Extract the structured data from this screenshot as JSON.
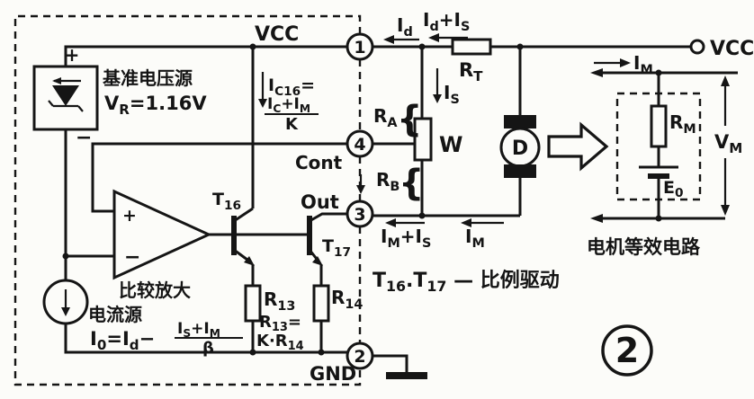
{
  "figure": {
    "number": "2",
    "type": "motor speed control IC schematic with motor equivalent circuit"
  },
  "labels": {
    "vcc_top": "VCC",
    "vcc_right": "VCC",
    "id": {
      "b": "I",
      "s": "d"
    },
    "id_is": {
      "b": "I",
      "s": "d",
      "b2": "+I",
      "s2": "S"
    },
    "rt": {
      "b": "R",
      "s": "T"
    },
    "is": {
      "b": "I",
      "s": "S"
    },
    "ra": {
      "b": "R",
      "s": "A"
    },
    "rb": {
      "b": "R",
      "s": "B"
    },
    "brace": "{",
    "w": "W",
    "cont": "Cont",
    "out": "Out",
    "im_is": {
      "b": "I",
      "s": "M",
      "b2": "+I",
      "s2": "S"
    },
    "im_bottom": {
      "b": "I",
      "s": "M"
    },
    "im_top": {
      "b": "I",
      "s": "M"
    },
    "motor": "D",
    "rm": {
      "b": "R",
      "s": "M"
    },
    "vm": {
      "b": "V",
      "s": "M"
    },
    "e0": {
      "b": "E",
      "s": "0"
    },
    "equiv_title": "电机等效电路",
    "gnd": "GND",
    "pin1": "1",
    "pin4": "4",
    "pin3": "3",
    "pin2": "2",
    "ref_title": "基准电压源",
    "vr": {
      "b": "V",
      "s": "R",
      "b2": "=1.16V"
    },
    "zener_plus": "+",
    "zener_minus": "−",
    "opamp_plus": "+",
    "opamp_minus": "−",
    "comparator": "比较放大",
    "current_source": "电流源",
    "i0_formula": {
      "b": "I",
      "s": "0",
      "b2": "=I",
      "s2": "d",
      "b3": "−"
    },
    "i0_num": {
      "b": "I",
      "s": "S",
      "b2": "+I",
      "s2": "M"
    },
    "i0_den": "β",
    "ic16": {
      "b": "I",
      "s": "C16",
      "b2": "="
    },
    "ic16_num": {
      "b": "I",
      "s": "C",
      "b2": "+I",
      "s2": "M"
    },
    "ic16_den": "K",
    "t16": {
      "b": "T",
      "s": "16"
    },
    "t17": {
      "b": "T",
      "s": "17"
    },
    "r13": {
      "b": "R",
      "s": "13"
    },
    "r14": {
      "b": "R",
      "s": "14"
    },
    "relation_line1": {
      "b": "R",
      "s": "13",
      "b2": "="
    },
    "relation_line2": {
      "b": "K·R",
      "s": "14"
    },
    "drive_note": {
      "b": "T",
      "s": "16",
      "b2": ".T",
      "s2": "17",
      "b3": " — 比例驱动"
    }
  }
}
